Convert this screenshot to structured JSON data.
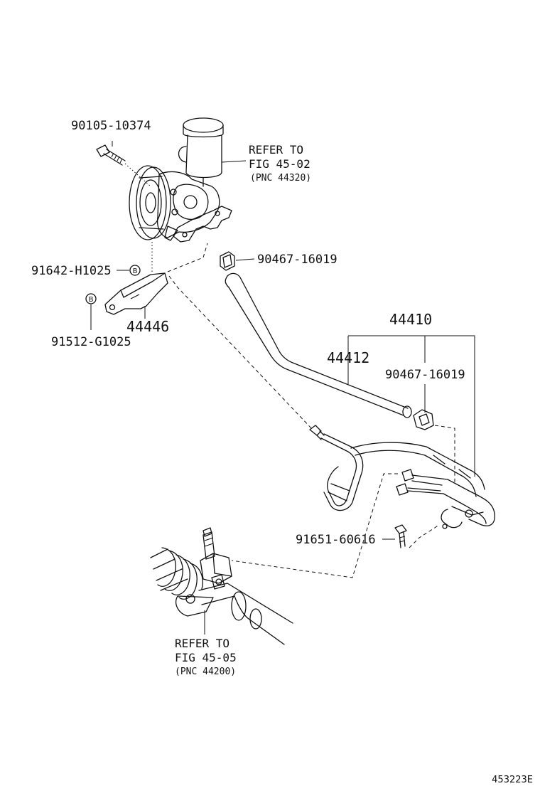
{
  "labels": {
    "bolt": "90105-10374",
    "refer_pump_1": "REFER TO",
    "refer_pump_2": "FIG 45-02",
    "refer_pump_pnc": "(PNC 44320)",
    "clamp_top": "90467-16019",
    "bolt_b": "91642-H1025",
    "bracket": "44446",
    "bolt_b2": "91512-G1025",
    "tube_assy": "44410",
    "hose": "44412",
    "clamp_mid": "90467-16019",
    "bolt_small": "91651-60616",
    "refer_gear_1": "REFER TO",
    "refer_gear_2": "FIG 45-05",
    "refer_gear_pnc": "(PNC 44200)",
    "illustration_id": "453223E"
  },
  "callouts": {
    "b1": "B",
    "b2": "B"
  },
  "icons": [
    "power-steering-pump",
    "reservoir",
    "bolt",
    "bracket",
    "hose",
    "pressure-tube",
    "clamp",
    "steering-gear"
  ]
}
